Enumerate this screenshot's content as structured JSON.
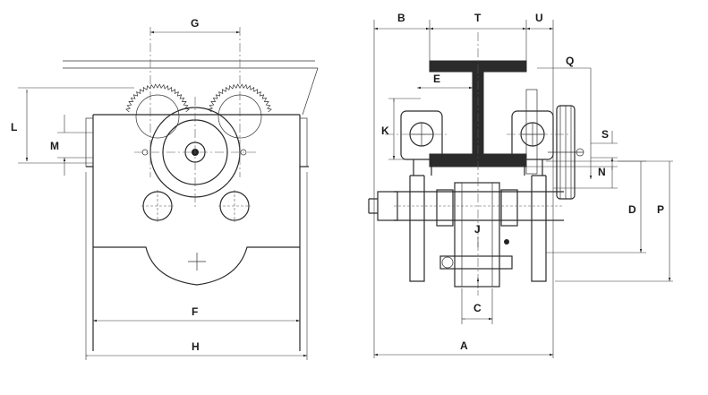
{
  "labels": {
    "G": "G",
    "L": "L",
    "M": "M",
    "F": "F",
    "H": "H",
    "B": "B",
    "T": "T",
    "U": "U",
    "Q": "Q",
    "E": "E",
    "K": "K",
    "S": "S",
    "N": "N",
    "D": "D",
    "P": "P",
    "J": "J",
    "C": "C",
    "A": "A"
  }
}
